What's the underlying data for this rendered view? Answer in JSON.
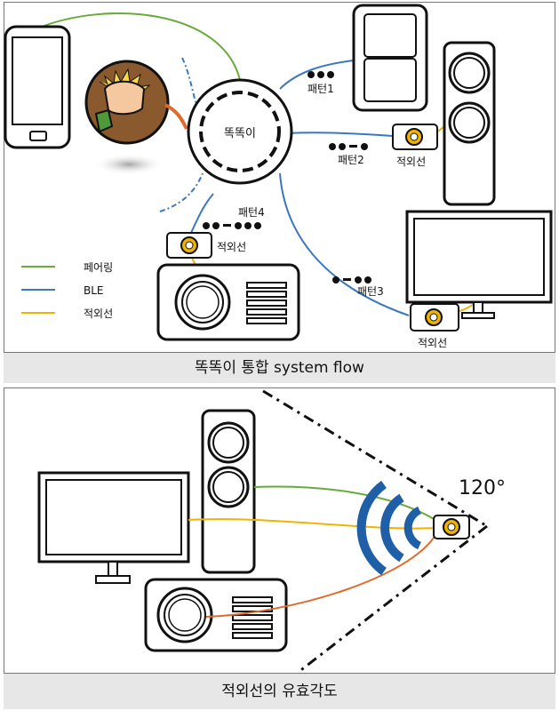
{
  "top": {
    "caption": "똑똑이 통합 system flow",
    "hub_label": "똑똑이",
    "patterns": [
      "패턴1",
      "패턴2",
      "패턴3",
      "패턴4"
    ],
    "ir_labels": [
      "적외선",
      "적외선",
      "적외선"
    ],
    "legend": [
      {
        "label": "페어링",
        "color": "#6aaa3c"
      },
      {
        "label": "BLE",
        "color": "#3b78c0"
      },
      {
        "label": "적외선",
        "color": "#f0b400"
      }
    ]
  },
  "bottom": {
    "caption": "적외선의 유효각도",
    "angle_label": "120°"
  }
}
